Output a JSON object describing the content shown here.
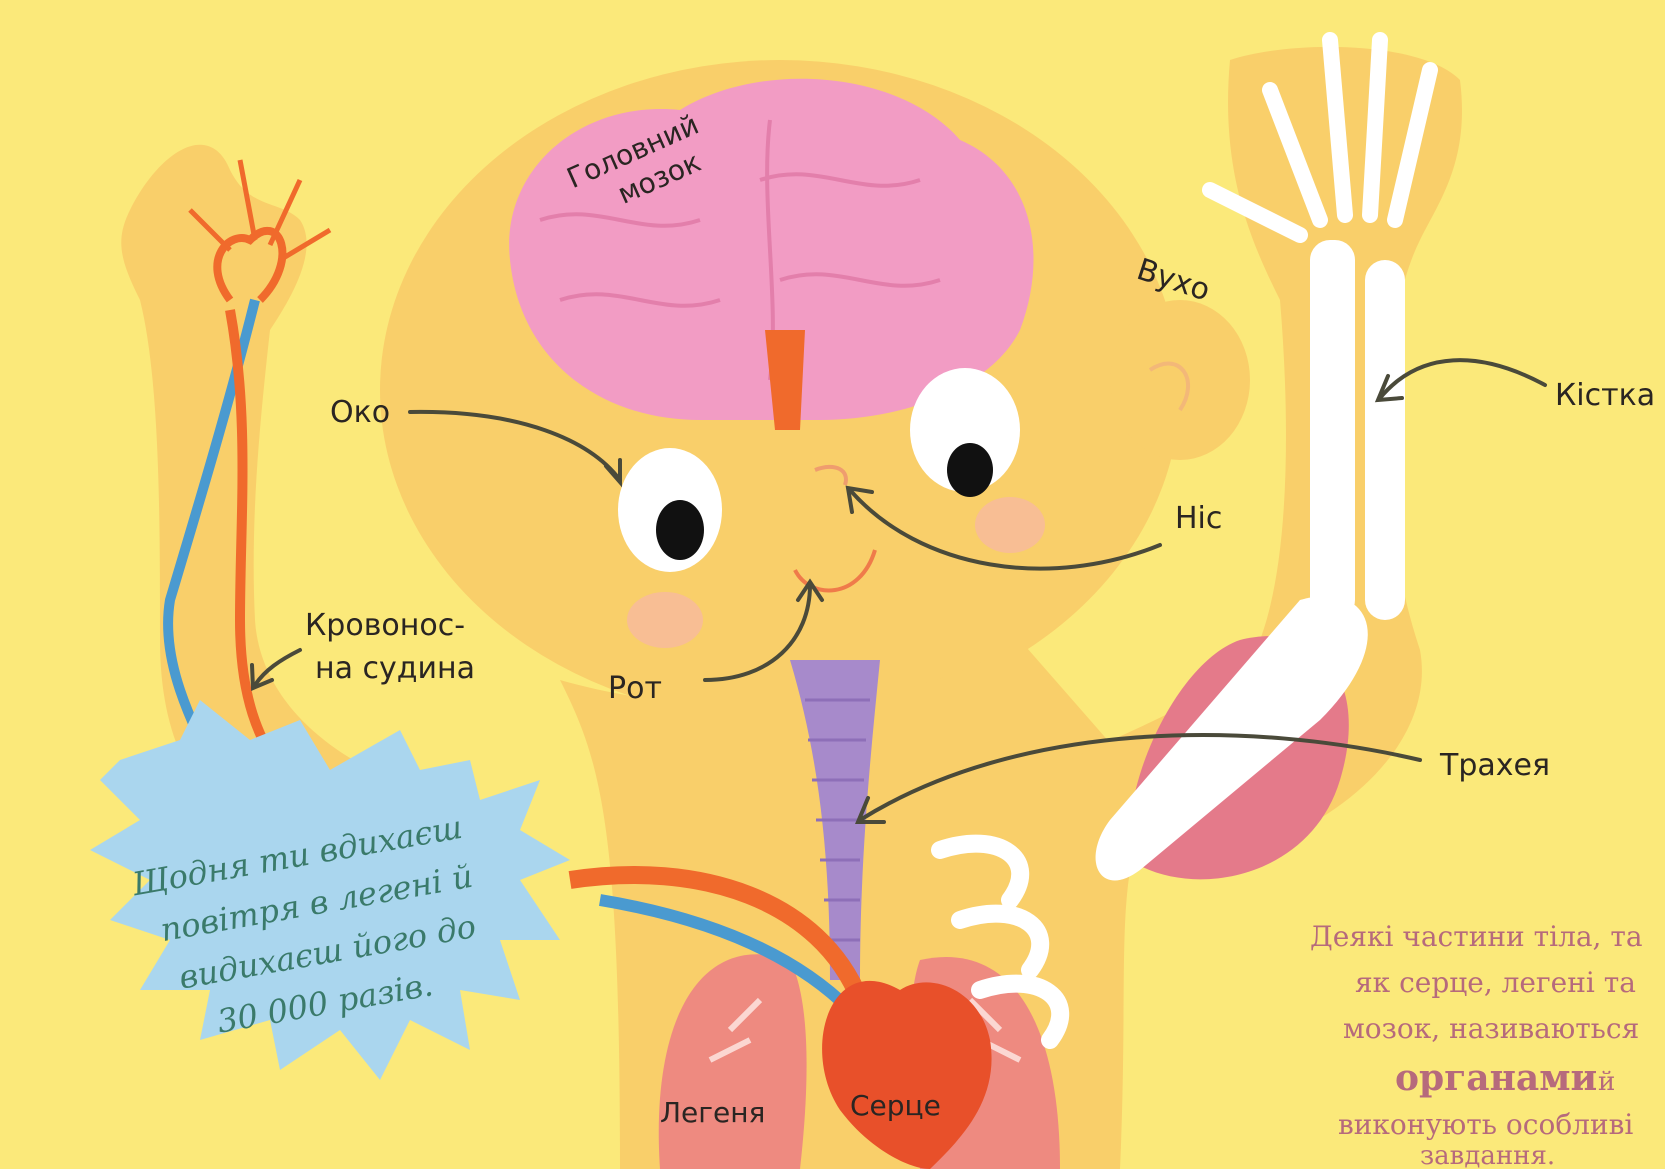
{
  "labels": {
    "brain_line1": "Головний",
    "brain_line2": "мозок",
    "ear": "Вухо",
    "eye": "Око",
    "bone": "Кістка",
    "nose": "Ніс",
    "vessel_line1": "Кровонос-",
    "vessel_line2": "на судина",
    "mouth": "Рот",
    "trachea": "Трахея",
    "lung": "Легеня",
    "heart": "Серце"
  },
  "burst": {
    "line1": "Щодня ти вдихаєш",
    "line2": "повітря в легені й",
    "line3": "видихаєш його до",
    "line4": "30 000 разів."
  },
  "side_note": {
    "line1": "Деякі частини тіла, та",
    "line2": "як серце, легені та",
    "line3": "мозок, називаються",
    "emphasis": "органами",
    "after_emphasis": "й",
    "line5": "виконують особливі",
    "line6": "завдання."
  },
  "colors": {
    "background": "#fbe97a",
    "skin": "#f9cf6a",
    "brain": "#f29cc4",
    "vessel_red": "#f06a2c",
    "vessel_blue": "#4a9ad0",
    "trachea": "#a78acb",
    "burst": "#aad6ee",
    "muscle": "#e47a8a",
    "bone": "#ffffff",
    "note_text": "#b66a7c"
  }
}
